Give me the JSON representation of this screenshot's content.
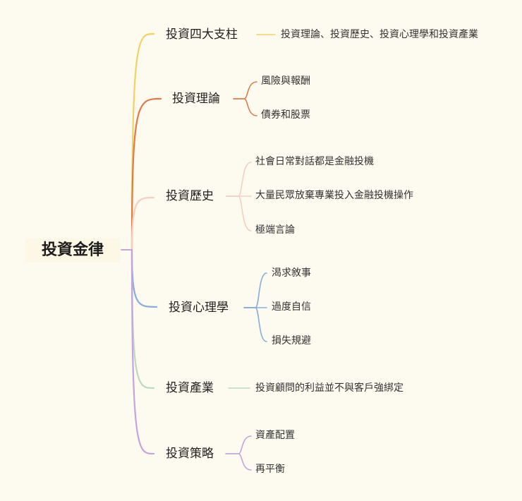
{
  "root": "投資金律",
  "branches": [
    {
      "label": "投資四大支柱",
      "color": "#f3d264",
      "leaves": [
        "投資理論、投資歷史、投資心理學和投資產業"
      ]
    },
    {
      "label": "投資理論",
      "color": "#e07a48",
      "leaves": [
        "風險與報酬",
        "債券和股票"
      ]
    },
    {
      "label": "投資歷史",
      "color": "#f4cfc0",
      "leaves": [
        "社會日常對話都是金融投機",
        "大量民眾放棄專業投入金融投機操作",
        "極端言論"
      ]
    },
    {
      "label": "投資心理學",
      "color": "#86ace0",
      "leaves": [
        "渴求敘事",
        "過度自信",
        "損失規避"
      ]
    },
    {
      "label": "投資產業",
      "color": "#bdd8c4",
      "leaves": [
        "投資顧問的利益並不與客戶強綁定"
      ]
    },
    {
      "label": "投資策略",
      "color": "#c6a3dc",
      "leaves": [
        "資產配置",
        "再平衡"
      ]
    }
  ],
  "root_connector_color": "#c6a3dc"
}
